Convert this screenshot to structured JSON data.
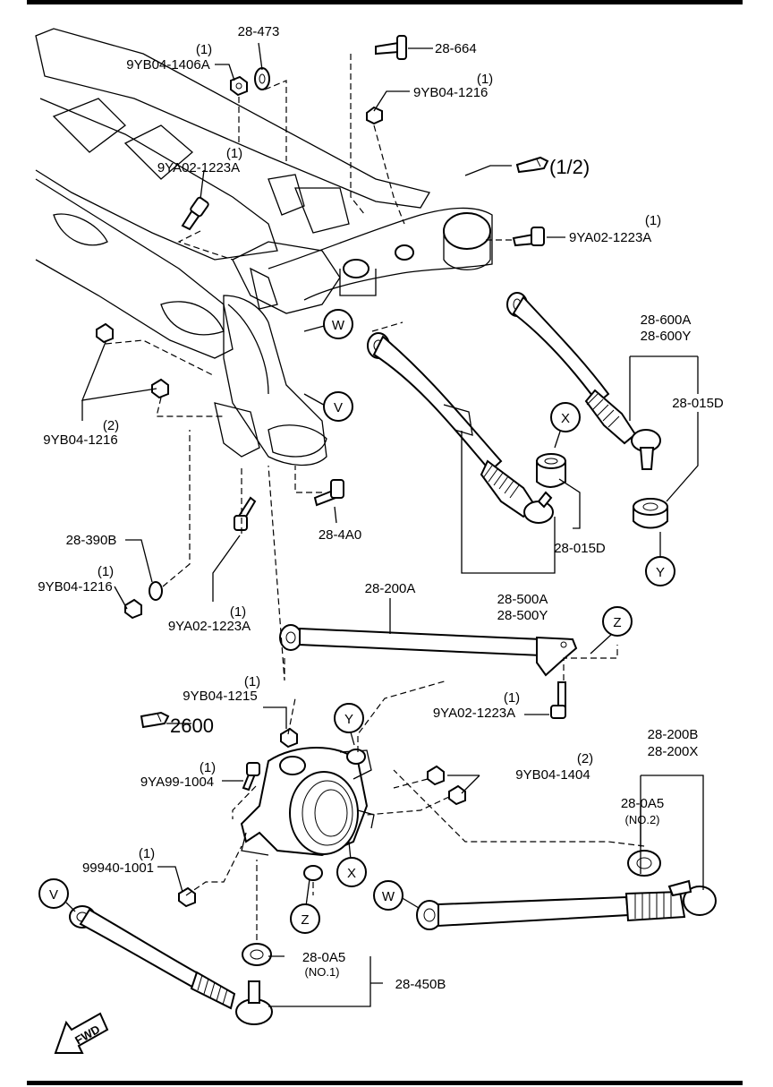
{
  "labels": {
    "p_9yb04_1406a": "9YB04-1406A",
    "q_9yb04_1406a": "(1)",
    "p_28_473": "28-473",
    "p_28_664": "28-664",
    "p_9yb04_1216_top": "9YB04-1216",
    "q_9yb04_1216_top": "(1)",
    "p_9ya02_1223a_1": "9YA02-1223A",
    "q_9ya02_1223a_1": "(1)",
    "ref_1_2": "(1/2)",
    "p_9ya02_1223a_2": "9YA02-1223A",
    "q_9ya02_1223a_2": "(1)",
    "p_28_600a": "28-600A",
    "p_28_600y": "28-600Y",
    "p_28_015d_right": "28-015D",
    "p_9yb04_1216_left": "9YB04-1216",
    "q_9yb04_1216_left": "(2)",
    "p_28_4a0": "28-4A0",
    "p_28_390b": "28-390B",
    "p_9yb04_1216_low": "9YB04-1216",
    "q_9yb04_1216_low": "(1)",
    "p_9ya02_1223a_3": "9YA02-1223A",
    "q_9ya02_1223a_3": "(1)",
    "p_28_015d_mid": "28-015D",
    "p_28_500a": "28-500A",
    "p_28_500y": "28-500Y",
    "p_28_200a": "28-200A",
    "p_9ya02_1223a_4": "9YA02-1223A",
    "q_9ya02_1223a_4": "(1)",
    "p_9yb04_1215": "9YB04-1215",
    "q_9yb04_1215": "(1)",
    "ref_2600": "2600",
    "p_9ya99_1004": "9YA99-1004",
    "q_9ya99_1004": "(1)",
    "p_9yb04_1404": "9YB04-1404",
    "q_9yb04_1404": "(2)",
    "p_28_200b": "28-200B",
    "p_28_200x": "28-200X",
    "p_28_0a5_top": "28-0A5",
    "n_no2": "(NO.2)",
    "p_99940_1001": "99940-1001",
    "q_99940_1001": "(1)",
    "p_28_0a5_bot": "28-0A5",
    "n_no1": "(NO.1)",
    "p_28_450b": "28-450B",
    "fwd": "FWD"
  },
  "callouts": {
    "w_upper": "W",
    "v_upper": "V",
    "x_upper": "X",
    "y_upper": "Y",
    "z_upper": "Z",
    "y_knuckle": "Y",
    "x_knuckle": "X",
    "z_knuckle": "Z",
    "w_lower": "W",
    "v_lower": "V"
  }
}
